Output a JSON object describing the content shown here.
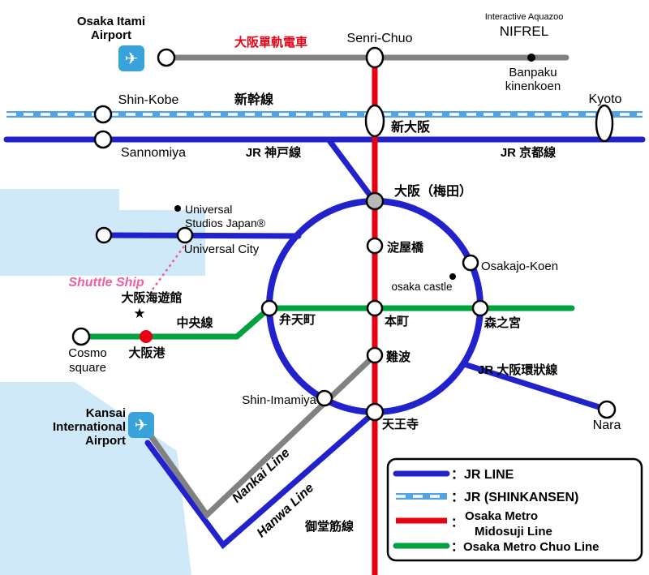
{
  "colors": {
    "jr_blue": "#2222cc",
    "shinkansen_blue": "#54a4e4",
    "metro_red": "#e60012",
    "chuo_green": "#00a23f",
    "monorail_gray": "#818181",
    "water_blue": "#cfe9f8",
    "shuttle_pink": "#ee5fa0",
    "station_fill": "#ffffff",
    "umeda_fill": "#b9b9b9"
  },
  "icons": {
    "plane": "✈"
  },
  "airports": {
    "itami_line1": "Osaka Itami",
    "itami_line2": "Airport",
    "kansai_line1": "Kansai",
    "kansai_line2": "International",
    "kansai_line3": "Airport"
  },
  "lines": {
    "monorail_label": "大阪單軌電車",
    "shinkansen_label": "新幹線",
    "jr_kobe_label": "JR 神戸線",
    "jr_kyoto_label": "JR 京都線",
    "loop_label": "JR 大阪環狀線",
    "chuo_label": "中央線",
    "midosuji_label": "御堂筋線",
    "nankai_label": "Nankai Line",
    "hanwa_label": "Hanwa Line"
  },
  "stations": {
    "senri_chuo": "Senri-Chuo",
    "shin_kobe": "Shin-Kobe",
    "shin_osaka": "新大阪",
    "kyoto": "Kyoto",
    "sannomiya": "Sannomiya",
    "osaka_umeda": "大阪（梅田）",
    "yodoyabashi": "淀屋橋",
    "osakajo_koen": "Osakajo-Koen",
    "universal_city": "Universal City",
    "osakako": "大阪港",
    "cosmo_line1": "Cosmo",
    "cosmo_line2": "square",
    "bentencho": "弁天町",
    "hommachi": "本町",
    "morinomiya": "森之宮",
    "namba": "難波",
    "shin_imamiya": "Shin-Imamiya",
    "tennoji": "天王寺",
    "nara": "Nara"
  },
  "pois": {
    "nifrel_sub": "Interactive Aquazoo",
    "nifrel": "NIFREL",
    "banpaku_line1": "Banpaku",
    "banpaku_line2": "kinenkoen",
    "usj_line1": "Universal",
    "usj_line2": "Studios Japan®",
    "shuttle_ship": "Shuttle Ship",
    "kaiyukan": "大阪海遊館",
    "kaiyukan_star": "★",
    "osaka_castle": "osaka castle"
  },
  "legend": {
    "jr": "：JR LINE",
    "shinkansen": "：JR (SHINKANSEN)",
    "midosuji_colon": "：",
    "midosuji_line1": "Osaka Metro",
    "midosuji_line2": "Midosuji Line",
    "chuo": "：Osaka Metro Chuo Line"
  }
}
